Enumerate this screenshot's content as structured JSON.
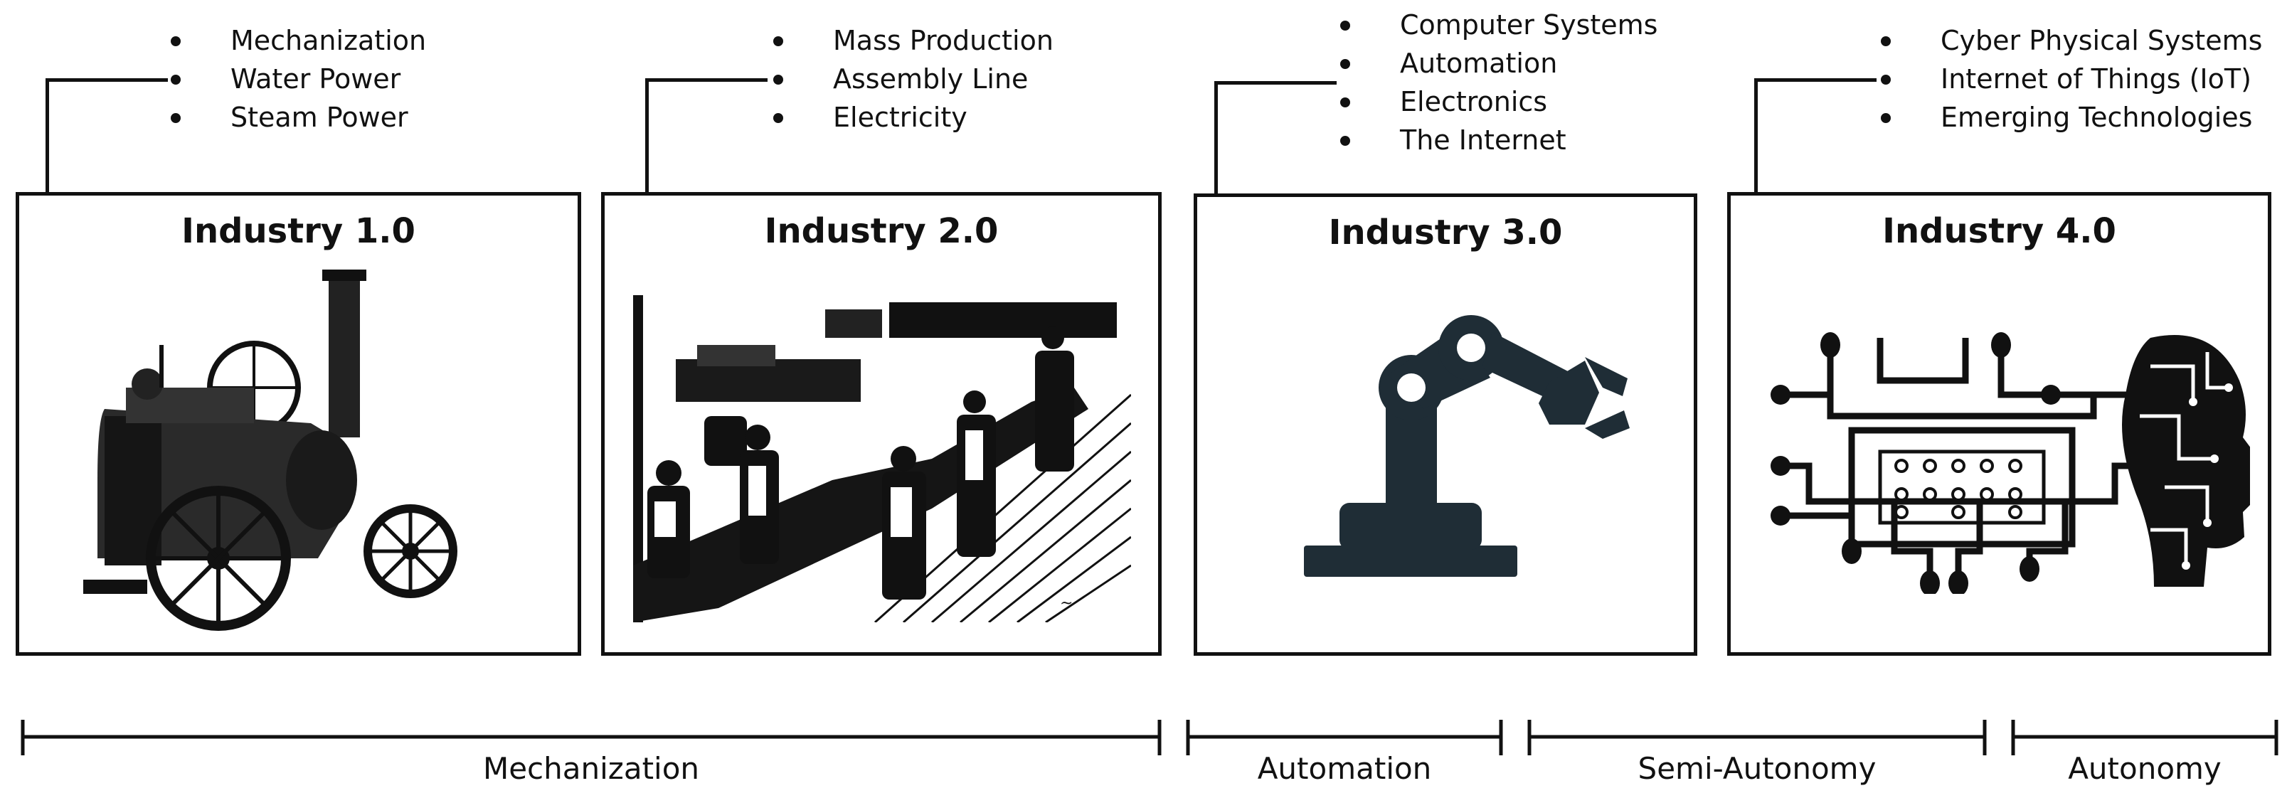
{
  "panels": [
    {
      "title": "Industry 1.0",
      "bullets": [
        "Mechanization",
        "Water Power",
        "Steam Power"
      ],
      "icon": "steam-engine-icon"
    },
    {
      "title": "Industry 2.0",
      "bullets": [
        "Mass Production",
        "Assembly Line",
        "Electricity"
      ],
      "icon": "assembly-line-workers-icon"
    },
    {
      "title": "Industry 3.0",
      "bullets": [
        "Computer Systems",
        "Automation",
        "Electronics",
        "The Internet"
      ],
      "icon": "robot-arm-icon"
    },
    {
      "title": "Industry 4.0",
      "bullets": [
        "Cyber Physical Systems",
        "Internet of Things (IoT)",
        "Emerging Technologies"
      ],
      "icon": "circuit-head-icon"
    }
  ],
  "eras": [
    {
      "label": "Mechanization"
    },
    {
      "label": "Automation"
    },
    {
      "label": "Semi-Autonomy"
    },
    {
      "label": "Autonomy"
    }
  ],
  "colors": {
    "line": "#111111",
    "robot": "#1f2d36"
  }
}
